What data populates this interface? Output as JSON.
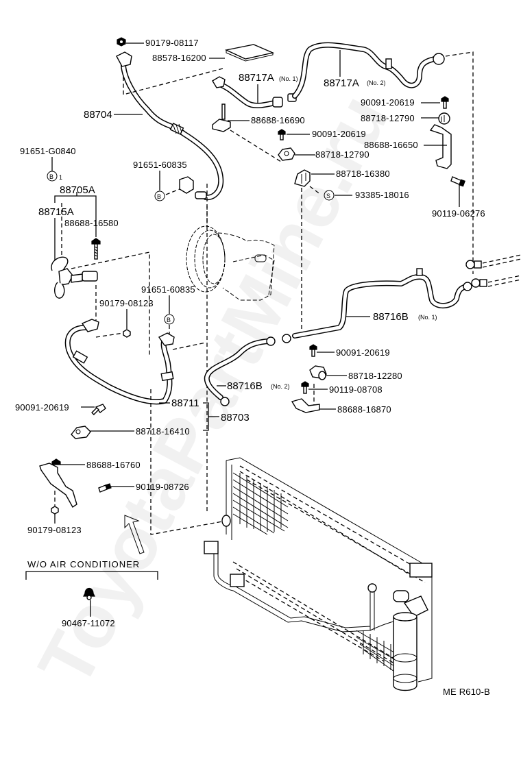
{
  "watermark": "ToyotaPartMine.ru",
  "diagram_code": "ME R610-B",
  "note": {
    "section_label": "W/O AIR CONDITIONER",
    "part": "90467-11072"
  },
  "symbols": {
    "b": "B",
    "s": "S",
    "b_suffix": "1"
  },
  "labels": {
    "p90179_08117": "90179-08117",
    "p88578_16200": "88578-16200",
    "p88704": "88704",
    "p88717A_1": "88717A",
    "p88717A_1_note": "(No. 1)",
    "p88717A_2": "88717A",
    "p88717A_2_note": "(No. 2)",
    "p88688_16690": "88688-16690",
    "p90091_20619_a": "90091-20619",
    "p88718_12790_a": "88718-12790",
    "p90091_20619_b": "90091-20619",
    "p88718_12790_b": "88718-12790",
    "p88688_16650": "88688-16650",
    "p88718_16380": "88718-16380",
    "p93385_18016": "93385-18016",
    "p90119_06276": "90119-06276",
    "p91651_G0840": "91651-G0840",
    "p91651_60835_a": "91651-60835",
    "p88705A": "88705A",
    "p88715A": "88715A",
    "p88688_16580": "88688-16580",
    "p91651_60835_b": "91651-60835",
    "p90179_08123_a": "90179-08123",
    "p88716B_1": "88716B",
    "p88716B_1_note": "(No. 1)",
    "p90091_20619_c": "90091-20619",
    "p88718_12280": "88718-12280",
    "p88716B_2": "88716B",
    "p88716B_2_note": "(No. 2)",
    "p90119_08708": "90119-08708",
    "p88688_16870": "88688-16870",
    "p90091_20619_d": "90091-20619",
    "p88711": "88711",
    "p88703": "88703",
    "p88718_16410": "88718-16410",
    "p88688_16760": "88688-16760",
    "p90119_08726": "90119-08726",
    "p90179_08123_b": "90179-08123"
  }
}
